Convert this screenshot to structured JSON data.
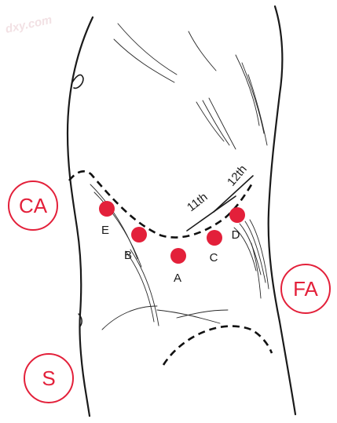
{
  "watermark": "dxy.com",
  "colors": {
    "accent": "#e3203a",
    "ink": "#1a1a1a"
  },
  "region_labels": {
    "ca": "CA",
    "fa": "FA",
    "s": "S"
  },
  "rib_labels": {
    "rib11": "11th",
    "rib12": "12th"
  },
  "points": {
    "a": "A",
    "b": "B",
    "c": "C",
    "d": "D",
    "e": "E"
  }
}
